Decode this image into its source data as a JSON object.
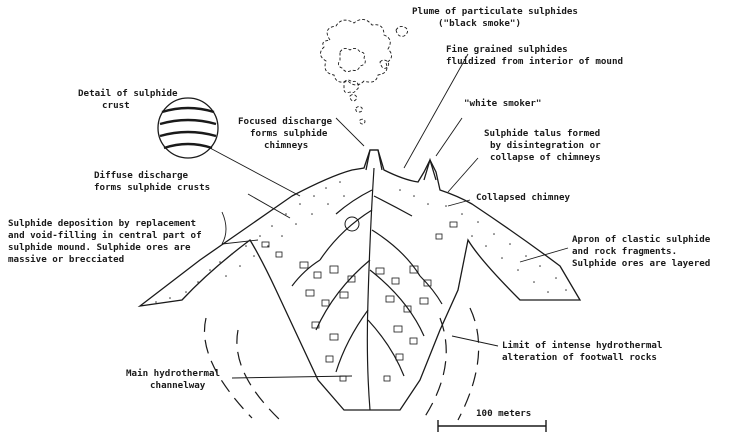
{
  "labels": {
    "plume_line1": "Plume of particulate sulphides",
    "plume_line2": "(\"black smoke\")",
    "fine_line1": "Fine grained sulphides",
    "fine_line2": "fluidized from interior of mound",
    "white_smoker": "\"white smoker\"",
    "detail_line1": "Detail of sulphide",
    "detail_line2": "crust",
    "focused_line1": "Focused discharge",
    "focused_line2": "forms sulphide",
    "focused_line3": "chimneys",
    "talus_line1": "Sulphide talus formed",
    "talus_line2": "by disintegration or",
    "talus_line3": "collapse of chimneys",
    "diffuse_line1": "Diffuse discharge",
    "diffuse_line2": "forms sulphide crusts",
    "collapsed": "Collapsed chimney",
    "deposition_line1": "Sulphide deposition by replacement",
    "deposition_line2": "and void-filling in central part of",
    "deposition_line3": "sulphide mound. Sulphide ores are",
    "deposition_line4": "massive or brecciated",
    "apron_line1": "Apron of clastic sulphide",
    "apron_line2": "and rock fragments.",
    "apron_line3": "Sulphide ores are layered",
    "limit_line1": "Limit of intense hydrothermal",
    "limit_line2": "alteration of footwall rocks",
    "channel_line1": "Main hydrothermal",
    "channel_line2": "channelway",
    "scale_bar": "100 meters"
  }
}
